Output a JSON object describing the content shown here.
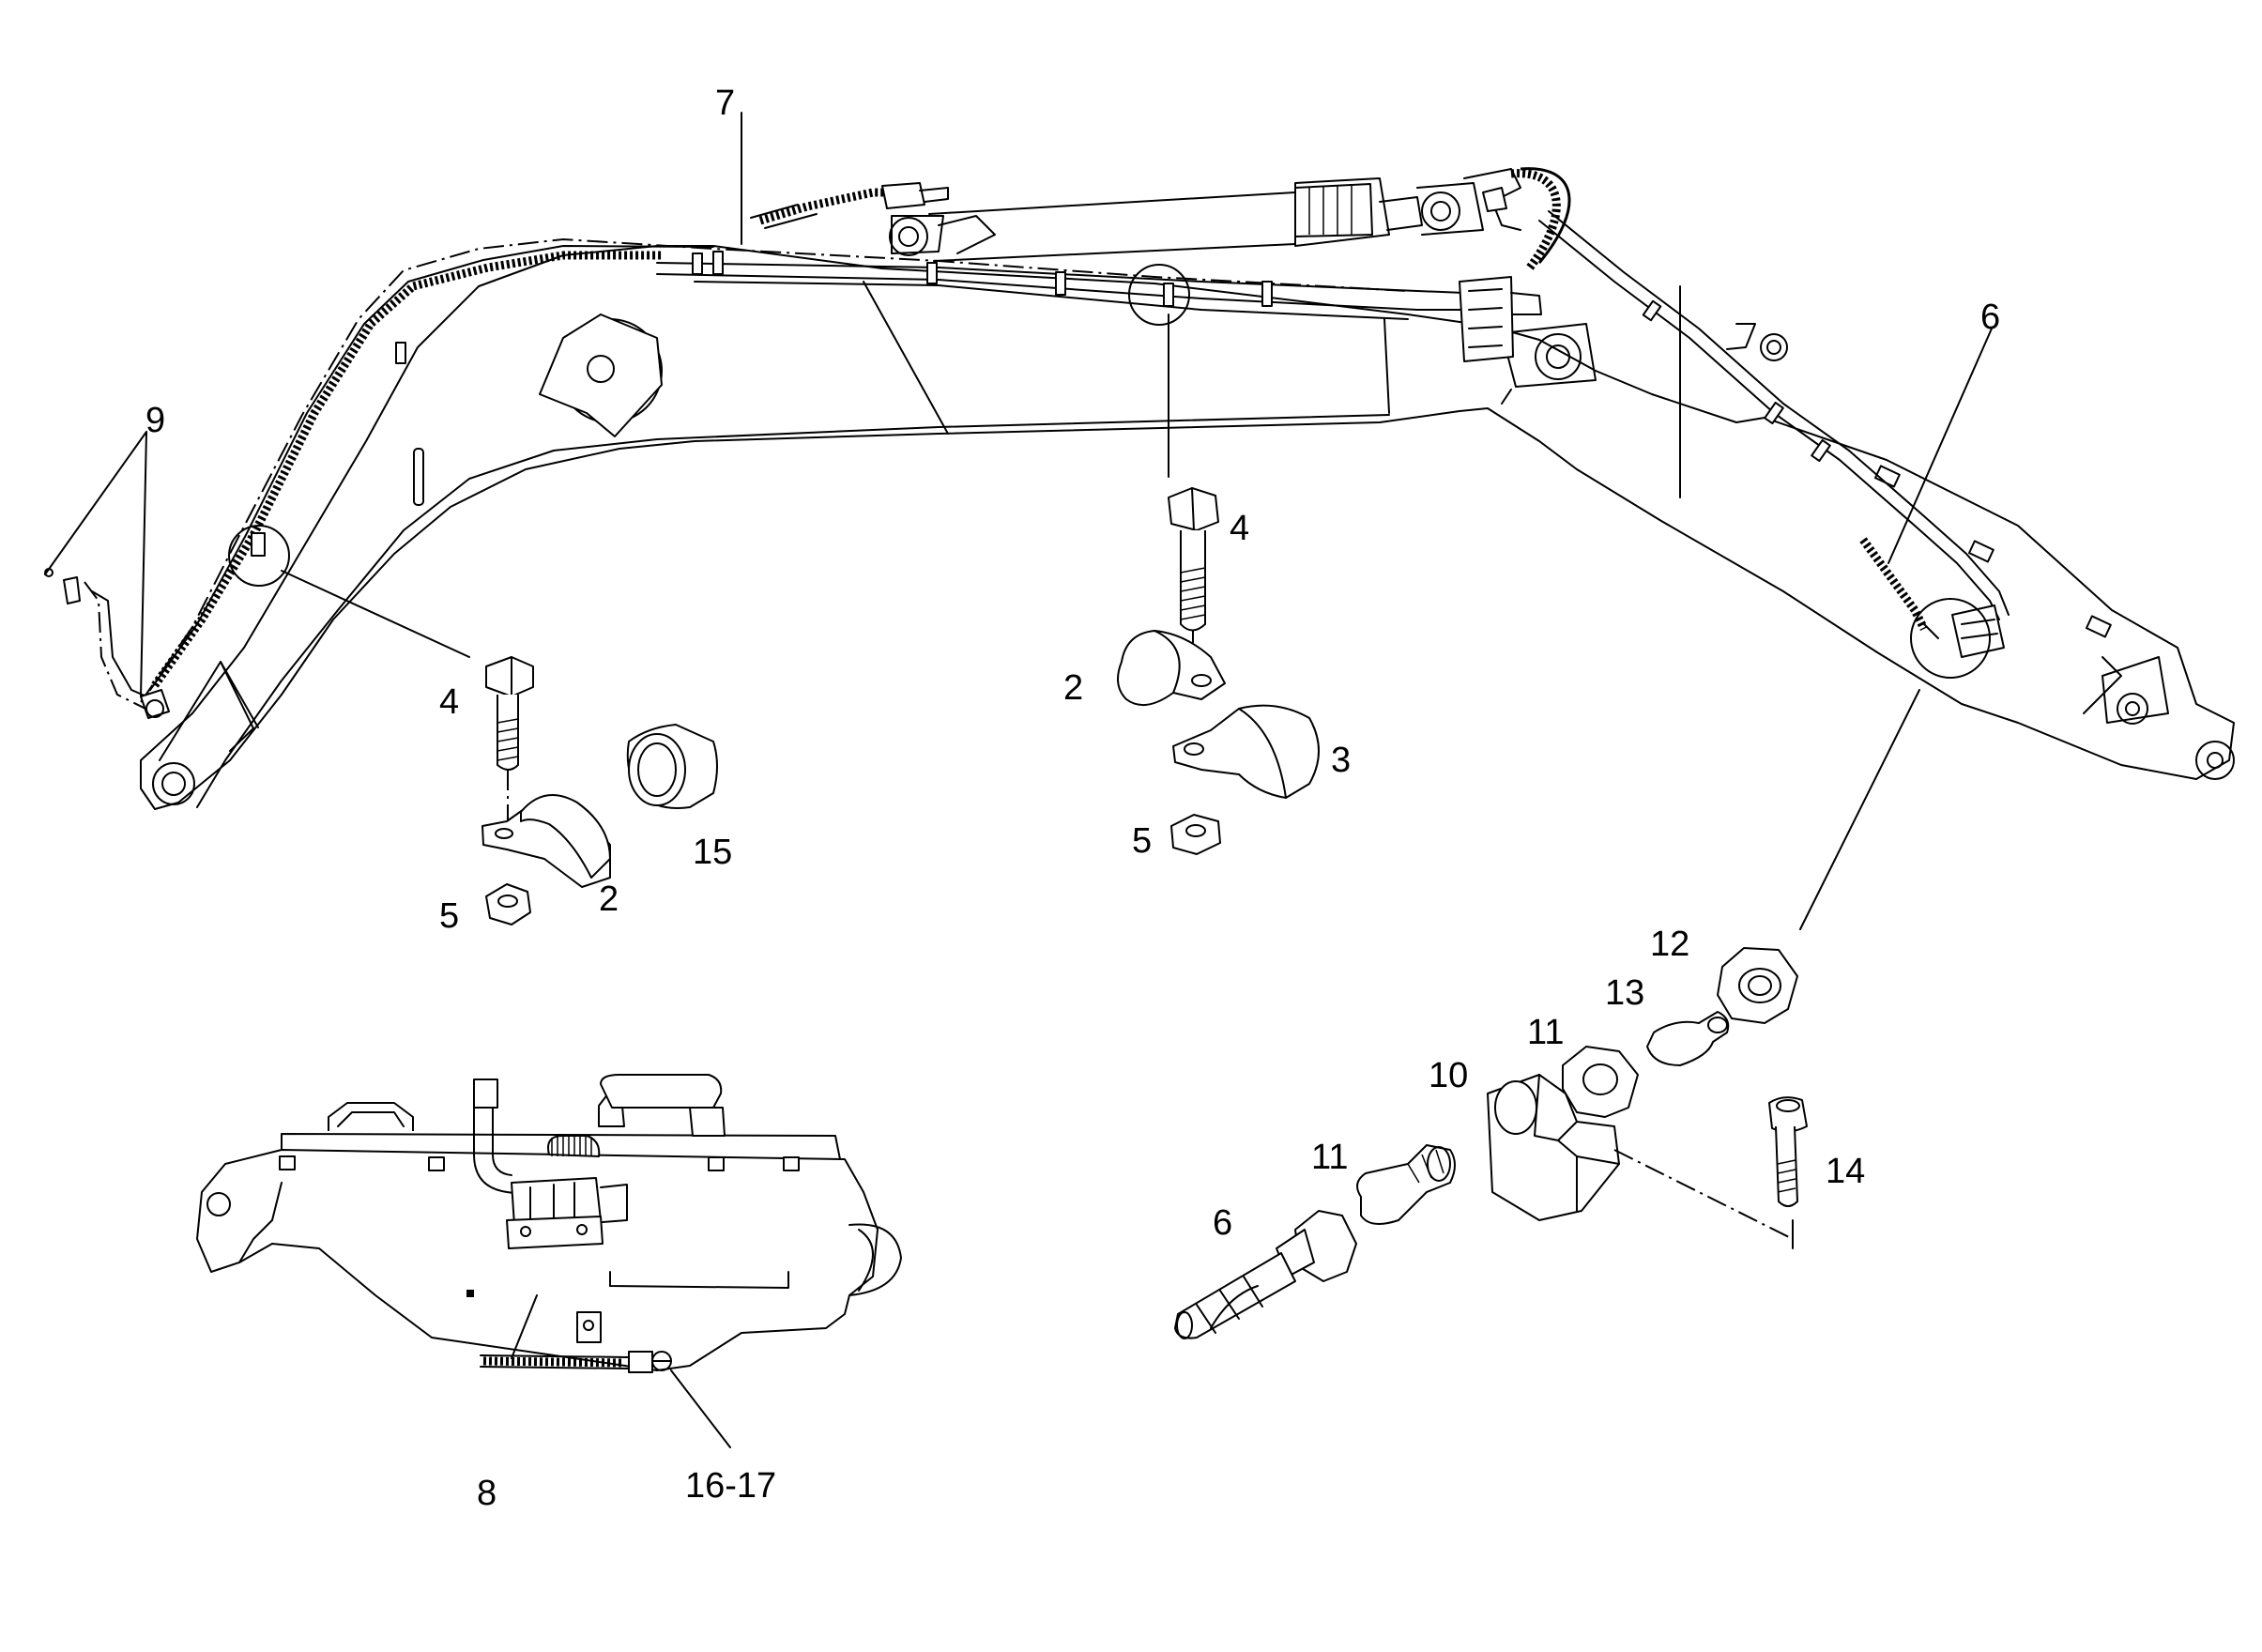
{
  "callouts": {
    "c1": "7",
    "c2": "9",
    "c3": "6",
    "c4": "4",
    "c5": "5",
    "c6": "2",
    "c7": "15",
    "c8": "4",
    "c9": "2",
    "c10": "3",
    "c11": "5",
    "c12": "12",
    "c13": "13",
    "c14": "11",
    "c15": "10",
    "c16": "11",
    "c17": "6",
    "c18": "14",
    "c19": "8",
    "c20": "16-17"
  }
}
